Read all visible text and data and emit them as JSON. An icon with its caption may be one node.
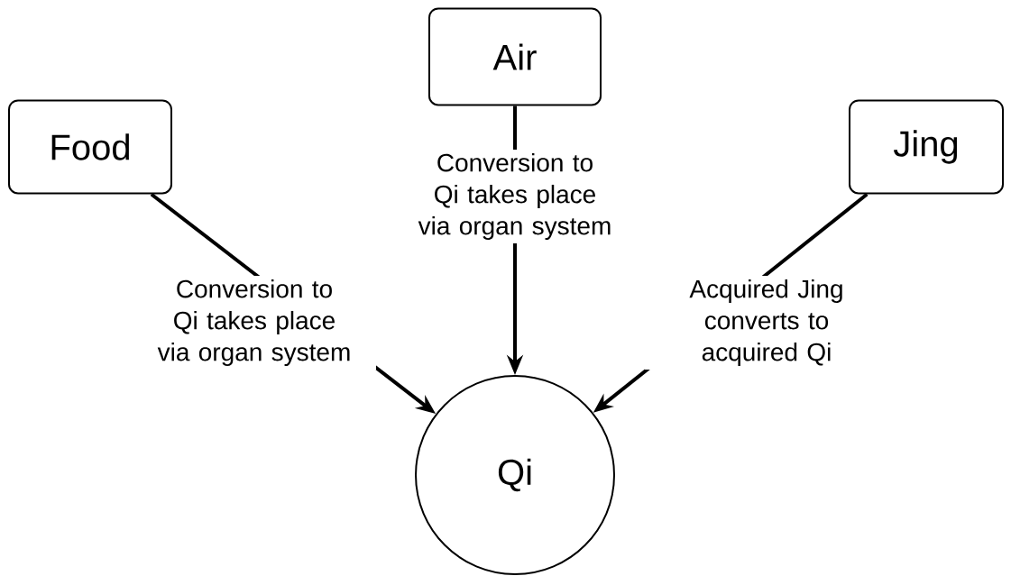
{
  "diagram": {
    "nodes": [
      {
        "text": [
          "Food"
        ]
      },
      {
        "text": [
          "Air"
        ]
      },
      {
        "text": [
          "Jing"
        ]
      },
      {
        "text": [
          "Qi"
        ]
      }
    ],
    "edges": [
      {
        "from": 0,
        "to": 3,
        "arrow": "to",
        "label": "Conversion to Qi takes place via organ system"
      },
      {
        "from": 1,
        "to": 3,
        "arrow": "to",
        "label": "Conversion to Qi takes place via organ system"
      },
      {
        "from": 2,
        "to": 3,
        "arrow": "to",
        "label": "Acquired Jing converts to acquired Qi"
      }
    ]
  }
}
